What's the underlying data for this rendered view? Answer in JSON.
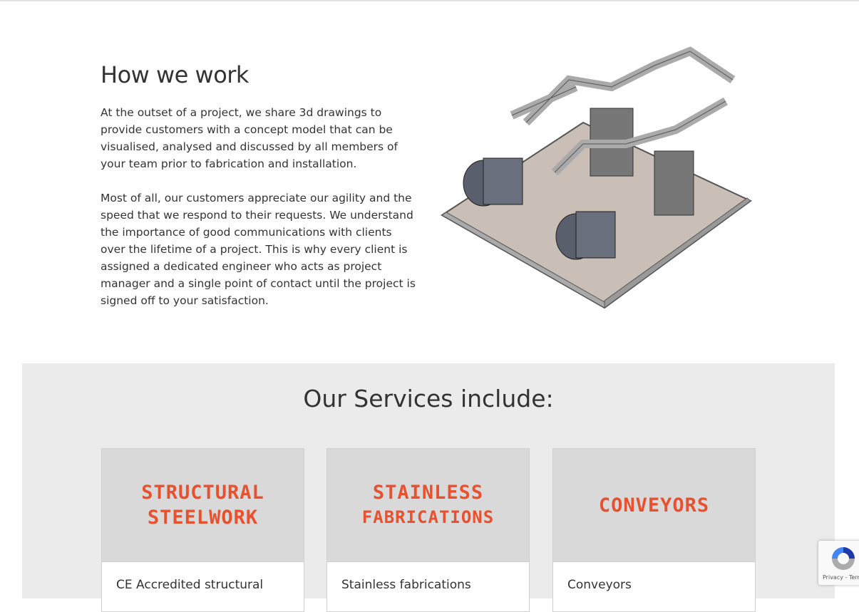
{
  "how": {
    "title": "How we work",
    "paragraphs": [
      "At the outset of a project, we share 3d drawings to provide customers with a concept model that can be visualised, analysed and discussed by all members of your team prior to fabrication and installation.",
      "Most of all, our customers appreciate our agility and the speed that we respond to their requests. We understand the importance of good communications with clients over the lifetime of a project. This is why every client is assigned a dedicated engineer who acts as project manager and a single point of contact until the project is signed off to your satisfaction."
    ]
  },
  "services": {
    "title": "Our Services include:",
    "cards": [
      {
        "logo_line1": "STRUCTURAL",
        "logo_line2": "STEELWORK",
        "caption": "CE Accredited structural"
      },
      {
        "logo_line1": "STAINLESS",
        "logo_line2": "FABRICATIONS",
        "caption": "Stainless fabrications"
      },
      {
        "logo_line1": "CONVEYORS",
        "logo_line2": "",
        "caption": "Conveyors"
      }
    ]
  },
  "recaptcha": {
    "text": "Privacy - Terms"
  },
  "colors": {
    "brand_orange": "#e8502e",
    "section_bg": "#ebebeb"
  }
}
